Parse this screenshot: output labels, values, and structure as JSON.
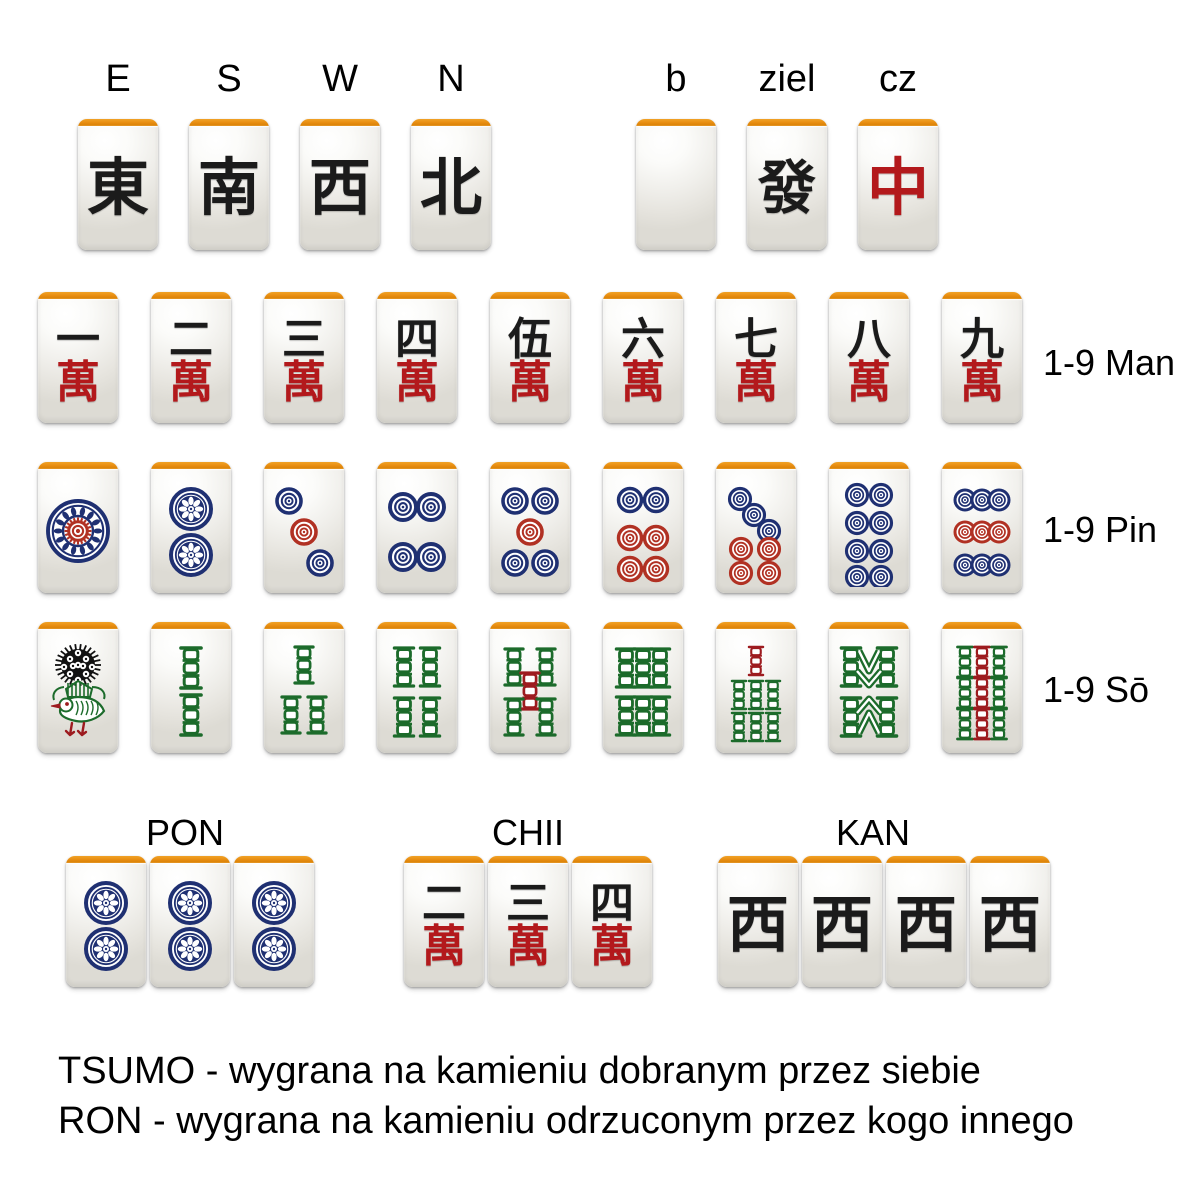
{
  "page": {
    "title": "Mahjong tiles reference (Polish)",
    "background": "#ffffff",
    "tile_colors": {
      "bevel_top": "#e98f12",
      "face": "#efeee9",
      "black_ink": "#1b1b1b",
      "red_ink": "#b3191c",
      "pin_blue": "#1f3072",
      "pin_red": "#b13123",
      "sou_green": "#1c6b2b",
      "sou_red": "#9d1b1f"
    }
  },
  "honours": {
    "winds": [
      {
        "label": "E",
        "glyph": "東",
        "color": "black",
        "name": "east-wind"
      },
      {
        "label": "S",
        "glyph": "南",
        "color": "black",
        "name": "south-wind"
      },
      {
        "label": "W",
        "glyph": "西",
        "color": "black",
        "name": "west-wind"
      },
      {
        "label": "N",
        "glyph": "北",
        "color": "black",
        "name": "north-wind"
      }
    ],
    "dragons": [
      {
        "label": "b",
        "glyph": "",
        "color": "black",
        "name": "white-dragon-blank"
      },
      {
        "label": "ziel",
        "glyph": "發",
        "color": "black",
        "name": "green-dragon"
      },
      {
        "label": "cz",
        "glyph": "中",
        "color": "red",
        "name": "red-dragon"
      }
    ]
  },
  "suits": {
    "man": {
      "row_label": "1-9 Man",
      "wan_glyph": "萬",
      "numerals": [
        "一",
        "二",
        "三",
        "四",
        "伍",
        "六",
        "七",
        "八",
        "九"
      ],
      "values": [
        1,
        2,
        3,
        4,
        5,
        6,
        7,
        8,
        9
      ]
    },
    "pin": {
      "row_label": "1-9 Pin",
      "values": [
        1,
        2,
        3,
        4,
        5,
        6,
        7,
        8,
        9
      ]
    },
    "sou": {
      "row_label": "1-9 Sō",
      "values": [
        1,
        2,
        3,
        4,
        5,
        6,
        7,
        8,
        9
      ]
    }
  },
  "melds": [
    {
      "label": "PON",
      "name": "meld-pon",
      "tile_count": 3,
      "tiles": [
        {
          "kind": "pin",
          "value": 2
        },
        {
          "kind": "pin",
          "value": 2
        },
        {
          "kind": "pin",
          "value": 2
        }
      ]
    },
    {
      "label": "CHII",
      "name": "meld-chii",
      "tile_count": 3,
      "tiles": [
        {
          "kind": "man",
          "value": 2
        },
        {
          "kind": "man",
          "value": 3
        },
        {
          "kind": "man",
          "value": 4
        }
      ]
    },
    {
      "label": "KAN",
      "name": "meld-kan",
      "tile_count": 4,
      "tiles": [
        {
          "kind": "honour",
          "glyph": "西"
        },
        {
          "kind": "honour",
          "glyph": "西"
        },
        {
          "kind": "honour",
          "glyph": "西"
        },
        {
          "kind": "honour",
          "glyph": "西"
        }
      ]
    }
  ],
  "footer": {
    "line1": "TSUMO - wygrana na kamieniu dobranym przez siebie",
    "line2": "RON - wygrana na kamieniu odrzuconym przez kogo innego"
  }
}
